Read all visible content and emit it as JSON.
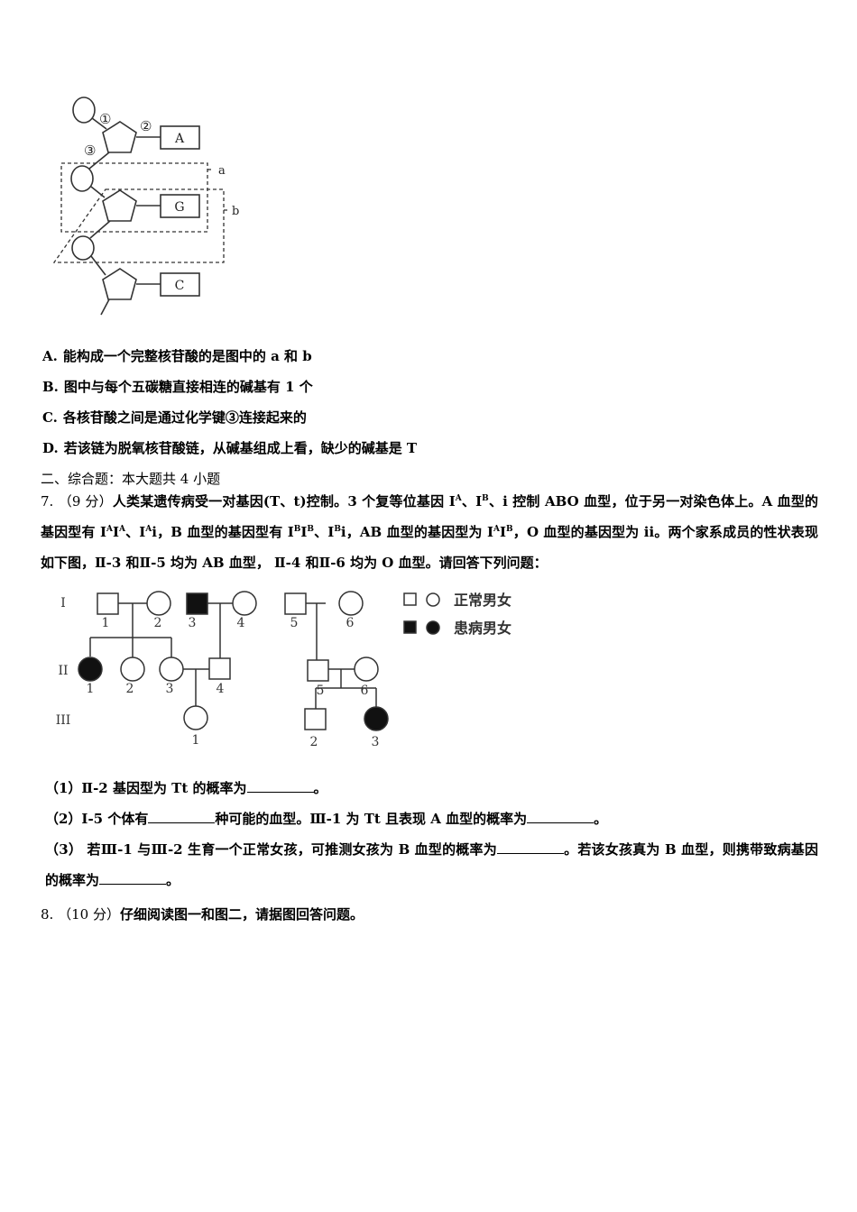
{
  "dna_figure": {
    "bases": [
      "A",
      "G",
      "C"
    ],
    "bond_labels": [
      "①",
      "②",
      "③"
    ],
    "box_labels": [
      "a",
      "b"
    ]
  },
  "options": [
    {
      "letter": "A.",
      "text": "能构成一个完整核苷酸的是图中的 a 和 b"
    },
    {
      "letter": "B.",
      "text": "图中与每个五碳糖直接相连的碱基有 1 个"
    },
    {
      "letter": "C.",
      "text": "各核苷酸之间是通过化学键③连接起来的"
    },
    {
      "letter": "D.",
      "text": "若该链为脱氧核苷酸链，从碱基组成上看，缺少的碱基是 T"
    }
  ],
  "section_heading": "二、综合题：本大题共 4 小题",
  "q7": {
    "number": "7.",
    "score": "（9 分）",
    "s1": "人类某遗传病受一对基因(T、t)控制。3 个复等位基因 I",
    "s2": "、I",
    "s3": "、i 控制 ABO 血型，位于另一对染色体上。A 血型的基因型有 I",
    "s4": "I",
    "s5": "、I",
    "s6": "i，B 血型的基因型有 I",
    "s7": "I",
    "s8": "、I",
    "s9": "i，AB 血型的基因型为 I",
    "s10": "I",
    "s11": "，O 血型的基因型为 ii。两个家系成员的性状表现如下图，Ⅱ-3 和Ⅱ-5 均为 AB 血型， Ⅱ-4 和Ⅱ-6 均为 O 血型。请回答下列问题：",
    "supA": "A",
    "supB": "B"
  },
  "pedigree": {
    "generations": [
      "I",
      "II",
      "III"
    ],
    "numbers": {
      "g1": [
        "1",
        "2",
        "3",
        "4",
        "5",
        "6"
      ],
      "g2": [
        "1",
        "2",
        "3",
        "4",
        "5",
        "6"
      ],
      "g3": [
        "1",
        "2",
        "3"
      ]
    },
    "legend": {
      "normal": "正常男女",
      "affected": "患病男女"
    }
  },
  "sub_questions": {
    "q1a": "（1）Ⅱ-2 基因型为 Tt 的概率为",
    "q1b": "。",
    "q2a": "（2）Ⅰ-5 个体有",
    "q2b": "种可能的血型。Ⅲ-1 为 Tt 且表现 A 血型的概率为",
    "q2c": "。",
    "q3a": "（3） 若Ⅲ-1 与Ⅲ-2 生育一个正常女孩，可推测女孩为 B 血型的概率为",
    "q3b": "。若该女孩真为 B 血型，则携带致病基因的概率为",
    "q3c": "。"
  },
  "q8": {
    "number": "8.",
    "score": "（10 分）",
    "text": "仔细阅读图一和图二，请据图回答问题。"
  }
}
